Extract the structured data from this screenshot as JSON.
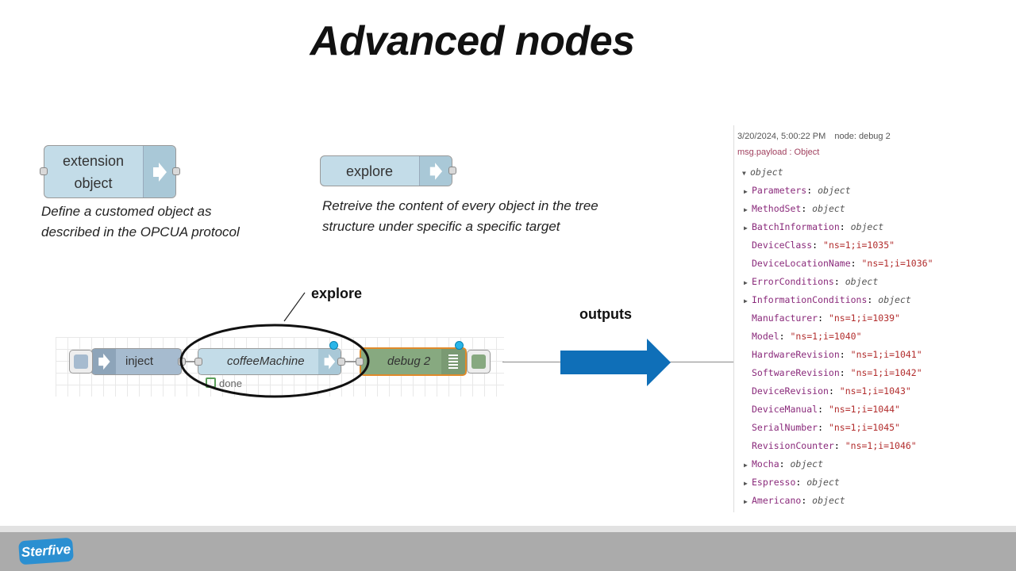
{
  "slide": {
    "title": "Advanced nodes"
  },
  "palette": {
    "extension_node": {
      "label_line1": "extension",
      "label_line2": "object",
      "desc_line1": "Define a customed object as",
      "desc_line2": "described in the OPCUA protocol"
    },
    "explore_node": {
      "label": "explore",
      "desc_line1": "Retreive the content of every object in the tree",
      "desc_line2": "structure under specific a specific target"
    }
  },
  "annotations": {
    "explore_label": "explore",
    "outputs_label": "outputs"
  },
  "flow": {
    "inject": {
      "label": "inject"
    },
    "coffee": {
      "label": "coffeeMachine",
      "status": "done"
    },
    "debug": {
      "label": "debug 2"
    }
  },
  "debug_panel": {
    "timestamp": "3/20/2024, 5:00:22 PM",
    "node": "node: debug 2",
    "topic": "msg.payload : Object",
    "root": "object",
    "rows": [
      {
        "key": "Parameters",
        "value": "object",
        "expandable": true
      },
      {
        "key": "MethodSet",
        "value": "object",
        "expandable": true
      },
      {
        "key": "BatchInformation",
        "value": "object",
        "expandable": true
      },
      {
        "key": "DeviceClass",
        "value": "\"ns=1;i=1035\"",
        "expandable": false
      },
      {
        "key": "DeviceLocationName",
        "value": "\"ns=1;i=1036\"",
        "expandable": false
      },
      {
        "key": "ErrorConditions",
        "value": "object",
        "expandable": true
      },
      {
        "key": "InformationConditions",
        "value": "object",
        "expandable": true
      },
      {
        "key": "Manufacturer",
        "value": "\"ns=1;i=1039\"",
        "expandable": false
      },
      {
        "key": "Model",
        "value": "\"ns=1;i=1040\"",
        "expandable": false
      },
      {
        "key": "HardwareRevision",
        "value": "\"ns=1;i=1041\"",
        "expandable": false
      },
      {
        "key": "SoftwareRevision",
        "value": "\"ns=1;i=1042\"",
        "expandable": false
      },
      {
        "key": "DeviceRevision",
        "value": "\"ns=1;i=1043\"",
        "expandable": false
      },
      {
        "key": "DeviceManual",
        "value": "\"ns=1;i=1044\"",
        "expandable": false
      },
      {
        "key": "SerialNumber",
        "value": "\"ns=1;i=1045\"",
        "expandable": false
      },
      {
        "key": "RevisionCounter",
        "value": "\"ns=1;i=1046\"",
        "expandable": false
      },
      {
        "key": "Mocha",
        "value": "object",
        "expandable": true
      },
      {
        "key": "Espresso",
        "value": "object",
        "expandable": true
      },
      {
        "key": "Americano",
        "value": "object",
        "expandable": true
      }
    ]
  },
  "footer": {
    "logo_text": "Sterfive"
  },
  "colors": {
    "node_blue": "#c3dce8",
    "debug_green": "#87a980",
    "arrow_blue": "#0f6fb8",
    "status_green": "#5a9e5a"
  }
}
